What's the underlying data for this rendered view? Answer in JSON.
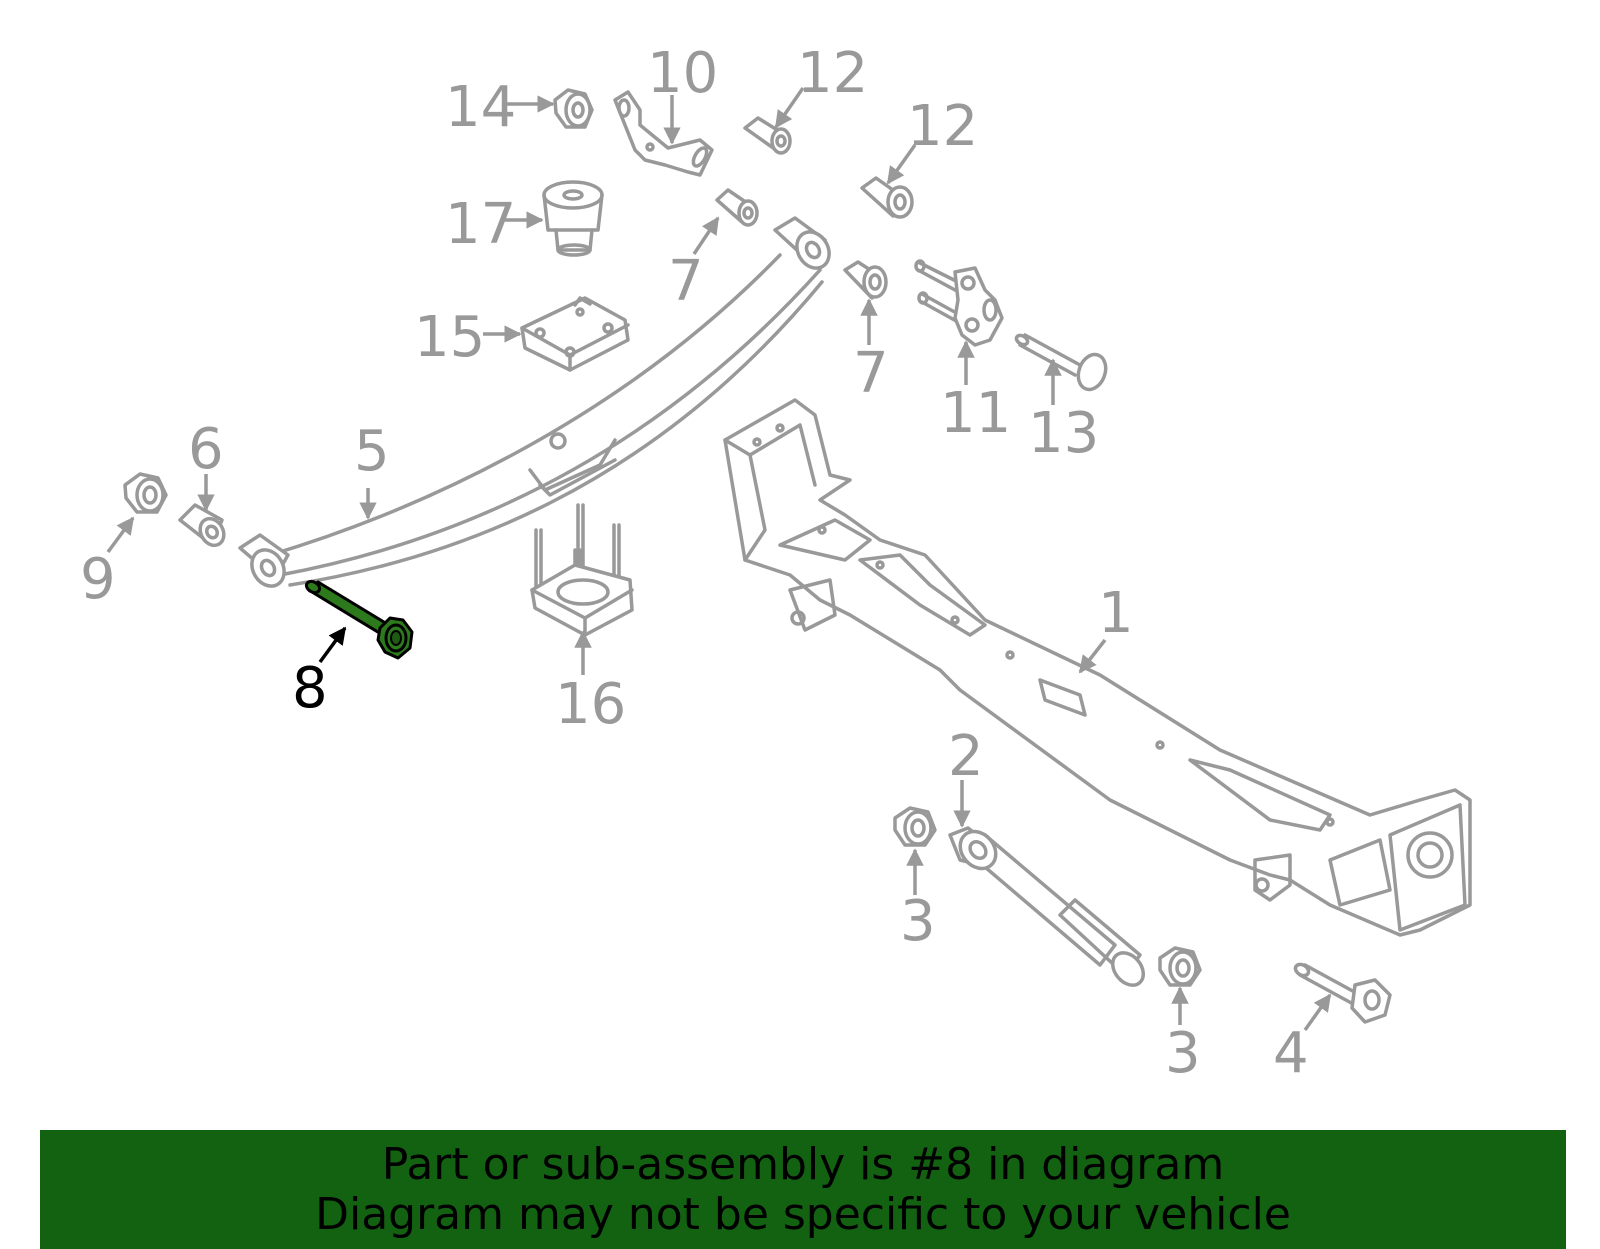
{
  "labels": {
    "l1": "1",
    "l2": "2",
    "l3a": "3",
    "l3b": "3",
    "l4": "4",
    "l5": "5",
    "l6": "6",
    "l7a": "7",
    "l7b": "7",
    "l8": "8",
    "l9": "9",
    "l10": "10",
    "l11": "11",
    "l12a": "12",
    "l12b": "12",
    "l13": "13",
    "l14": "14",
    "l15": "15",
    "l16": "16",
    "l17": "17"
  },
  "highlighted_part": "8",
  "colors": {
    "highlight": "#2c7a1c",
    "banner": "#136212",
    "parts": "#999999"
  },
  "banner": {
    "line1": "Part or sub-assembly is #8 in diagram",
    "line2": "Diagram may not be specific to your vehicle"
  }
}
